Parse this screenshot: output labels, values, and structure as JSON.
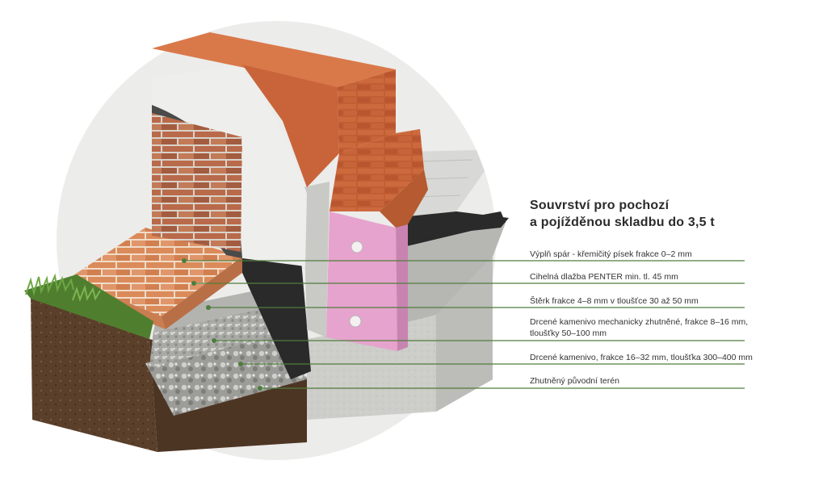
{
  "title_lines": [
    "Souvrství pro pochozí",
    "a pojížděnou skladbu do 3,5 t"
  ],
  "layers": [
    {
      "id": "sand-fill",
      "lines": [
        "Výplň spár - křemičitý písek frakce 0–2 mm"
      ]
    },
    {
      "id": "paving",
      "lines": [
        "Cihelná dlažba PENTER min. tl. 45 mm"
      ]
    },
    {
      "id": "gravel",
      "lines": [
        "Štěrk frakce 4–8 mm v tloušťce 30 až 50 mm"
      ]
    },
    {
      "id": "compacted-aggregate",
      "lines": [
        "Drcené kamenivo mechanicky zhutněné, frakce 8–16 mm,",
        "tloušťky 50–100 mm"
      ]
    },
    {
      "id": "coarse-aggregate",
      "lines": [
        "Drcené kamenivo, frakce 16–32 mm, tloušťka 300–400 mm"
      ]
    },
    {
      "id": "subgrade",
      "lines": [
        "Zhutněný původní terén"
      ]
    }
  ],
  "colors": {
    "leader_line": "#4f7d3c",
    "backdrop_circle": "#ececea",
    "brick": "#c9643a",
    "paving": "#d98a5c",
    "insulation": "#e8a6cf",
    "concrete": "#cfcfcb",
    "soil": "#5a3f2a",
    "grass": "#5f8f3a",
    "gravel": "#b9b9b6",
    "membrane": "#2a2a2a",
    "title_text": "#2b2b2b"
  }
}
